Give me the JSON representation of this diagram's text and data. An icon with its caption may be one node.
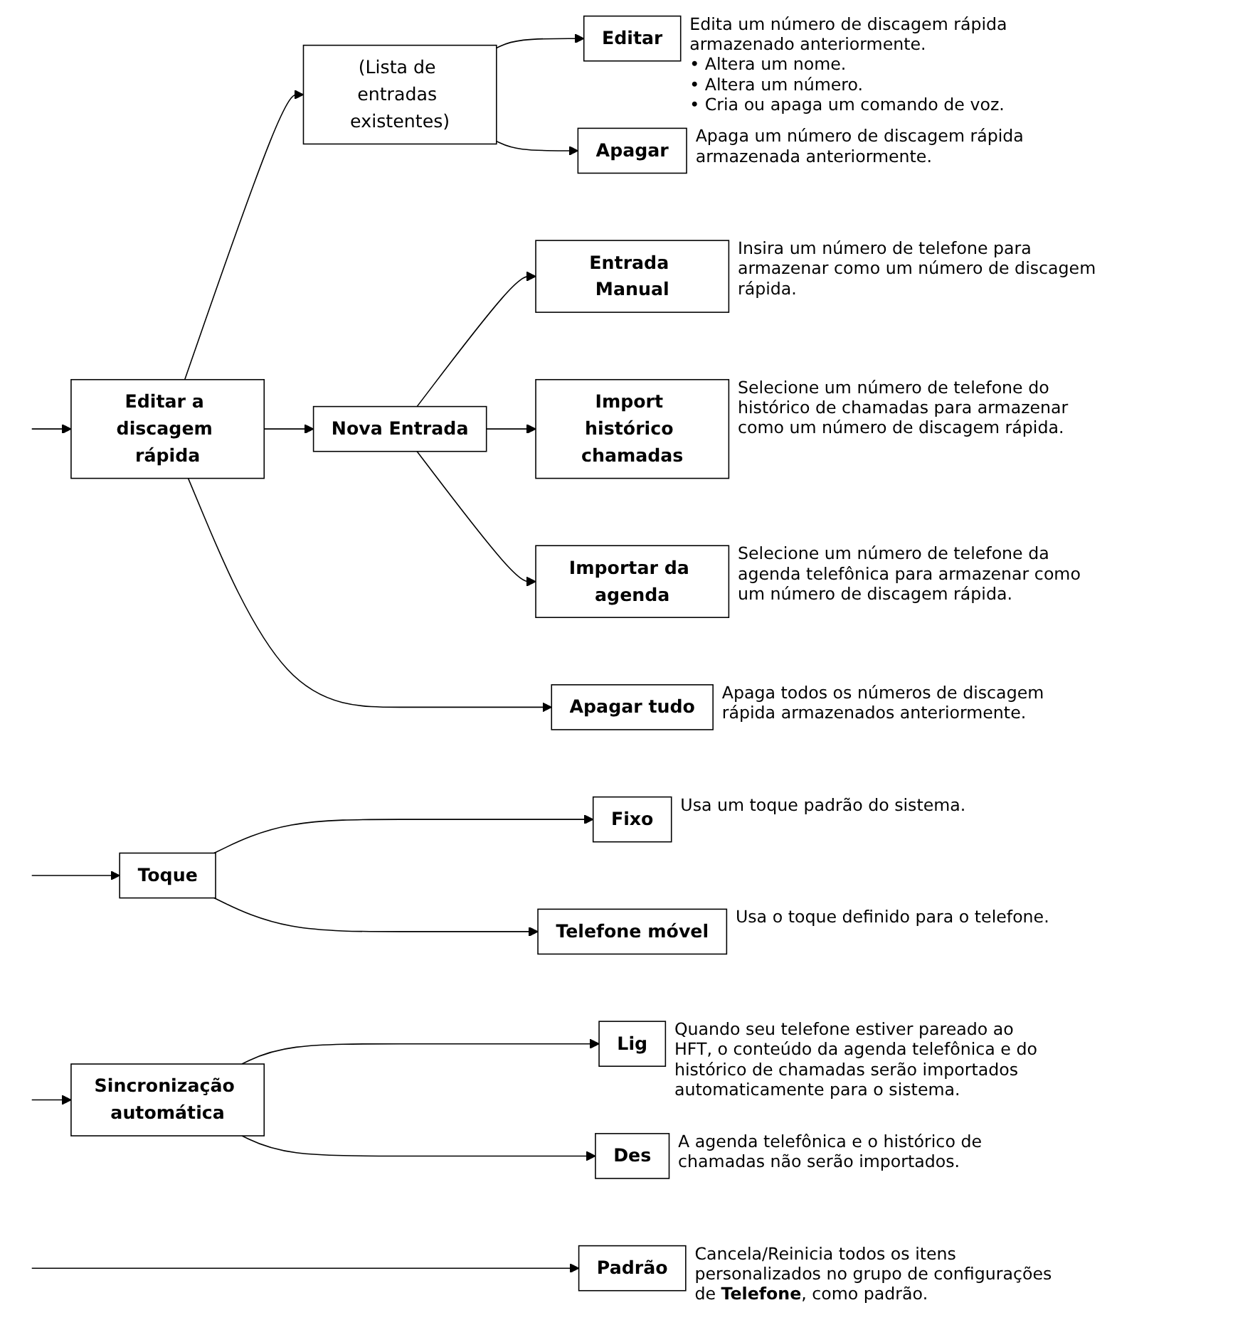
{
  "diagram": {
    "nodes": [
      {
        "text": [
          "Editar a discagem rápida"
        ]
      },
      {
        "text": [
          "(Lista de entradas existentes)"
        ]
      },
      {
        "text": [
          "Editar"
        ],
        "beside": [
          "Edita um número de discagem rápida armazenado anteriormente.",
          "• Altera um nome.",
          "• Altera um número.",
          "• Cria ou apaga um comando de voz."
        ]
      },
      {
        "text": [
          "Apagar"
        ],
        "beside": [
          "Apaga um número de discagem rápida armazenada anteriormente."
        ]
      },
      {
        "text": [
          "Nova Entrada"
        ]
      },
      {
        "text": [
          "Entrada Manual"
        ],
        "beside": [
          "Insira um número de telefone para armazenar como um número de discagem rápida."
        ]
      },
      {
        "text": [
          "Import histórico chamadas"
        ],
        "beside": [
          "Selecione um número de telefone do histórico de chamadas para armazenar como um número de discagem rápida."
        ]
      },
      {
        "text": [
          "Importar da agenda"
        ],
        "beside": [
          "Selecione um número de telefone da agenda telefônica para armazenar como um número de discagem rápida."
        ]
      },
      {
        "text": [
          "Apagar tudo"
        ],
        "beside": [
          "Apaga todos os números de discagem rápida armazenados anteriormente."
        ]
      },
      {
        "text": [
          "Toque"
        ]
      },
      {
        "text": [
          "Fixo"
        ],
        "beside": [
          "Usa um toque padrão do sistema."
        ]
      },
      {
        "text": [
          "Telefone móvel"
        ],
        "beside": [
          "Usa o toque definido para o telefone."
        ]
      },
      {
        "text": [
          "Sincronização automática"
        ]
      },
      {
        "text": [
          "Lig"
        ],
        "beside": [
          "Quando seu telefone estiver pareado ao HFT, o conteúdo da agenda telefônica e do histórico de chamadas serão importados automaticamente para o sistema."
        ]
      },
      {
        "text": [
          "Des"
        ],
        "beside": [
          "A agenda telefônica e o histórico de chamadas não serão importados."
        ]
      },
      {
        "text": [
          "Padrão"
        ],
        "beside": [
          "Cancela/Reinicia todos os itens personalizados no grupo de configurações de **Telefone**, como padrão."
        ]
      }
    ],
    "edges": [
      {
        "from": null,
        "to": 0,
        "arrow": "to"
      },
      {
        "from": null,
        "to": 9,
        "arrow": "to"
      },
      {
        "from": null,
        "to": 12,
        "arrow": "to"
      },
      {
        "from": null,
        "to": 15,
        "arrow": "to"
      },
      {
        "from": 0,
        "to": 1,
        "arrow": "to"
      },
      {
        "from": 0,
        "to": 4,
        "arrow": "to"
      },
      {
        "from": 0,
        "to": 8,
        "arrow": "to"
      },
      {
        "from": 1,
        "to": 2,
        "arrow": "to"
      },
      {
        "from": 1,
        "to": 3,
        "arrow": "to"
      },
      {
        "from": 4,
        "to": 5,
        "arrow": "to"
      },
      {
        "from": 4,
        "to": 6,
        "arrow": "to"
      },
      {
        "from": 4,
        "to": 7,
        "arrow": "to"
      },
      {
        "from": 9,
        "to": 10,
        "arrow": "to"
      },
      {
        "from": 9,
        "to": 11,
        "arrow": "to"
      },
      {
        "from": 12,
        "to": 13,
        "arrow": "to"
      },
      {
        "from": 12,
        "to": 14,
        "arrow": "to"
      }
    ]
  }
}
